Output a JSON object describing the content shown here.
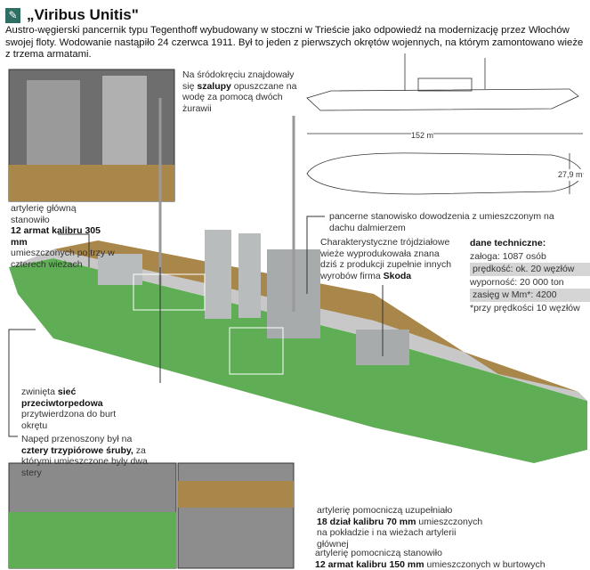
{
  "header": {
    "logo_icon": "leaping-dolphin-icon",
    "title": "„Viribus Unitis\"",
    "intro": "Austro-węgierski pancernik typu Tegenthoff wybudowany w stoczni w Trieście jako odpowiedź na modernizację przez Włochów swojej floty. Wodowanie nastąpiło 24 czerwca 1911. Był to jeden z pierwszych okrętów wojennych, na którym zamontowano wieże z trzema armatami."
  },
  "dimensions": {
    "length": "152 m",
    "beam": "27,9 m"
  },
  "labels": {
    "boats": {
      "pre": "Na śródokręciu znajdowały się",
      "bold": "szalupy",
      "post": "opuszczane na wodę za pomocą dwóch żurawii"
    },
    "main_artillery": {
      "pre": "artylerię główną stanowiło",
      "bold": "12 armat kalibru 305 mm",
      "post": "umieszczonych po trzy w czterech wieżach"
    },
    "command": {
      "text": "pancerne stanowisko dowodzenia z umieszczonym na dachu dalmierzem"
    },
    "turrets": {
      "pre": "Charakterystyczne trójdziałowe wieże wyprodukowała znana dziś z produkcji zupełnie innych wyrobów firma",
      "bold": "Skoda"
    },
    "net": {
      "pre": "zwinięta",
      "bold": "sieć przeciwtorpedowa",
      "post": "przytwierdzona do burt okrętu"
    },
    "propulsion": {
      "pre": "Napęd przenoszony był na",
      "bold": "cztery trzypiórowe śruby,",
      "post": "za którymi umieszczone były dwa stery"
    },
    "aux70": {
      "pre": "artylerię pomocniczą uzupełniało",
      "bold": "18 dział kalibru 70 mm",
      "post": "umieszczonych na pokładzie i na wieżach artylerii głównej"
    },
    "aux150": {
      "pre": "artylerię pomocniczą stanowiło",
      "bold": "12 armat kalibru 150 mm",
      "post": "umieszczonych w burtowych kazamatach"
    }
  },
  "specs": {
    "heading": "dane techniczne:",
    "crew": "załoga: 1087 osób",
    "speed": "prędkość: ok. 20 węzłów",
    "displacement": "wyporność: 20 000 ton",
    "range": "zasięg w Mm*: 4200",
    "note": "*przy prędkości 10 węzłów"
  },
  "colors": {
    "hull": "#5fae55",
    "deck": "#a9874a",
    "superstructure": "#b9bcbd",
    "accent": "#2f6f63"
  }
}
